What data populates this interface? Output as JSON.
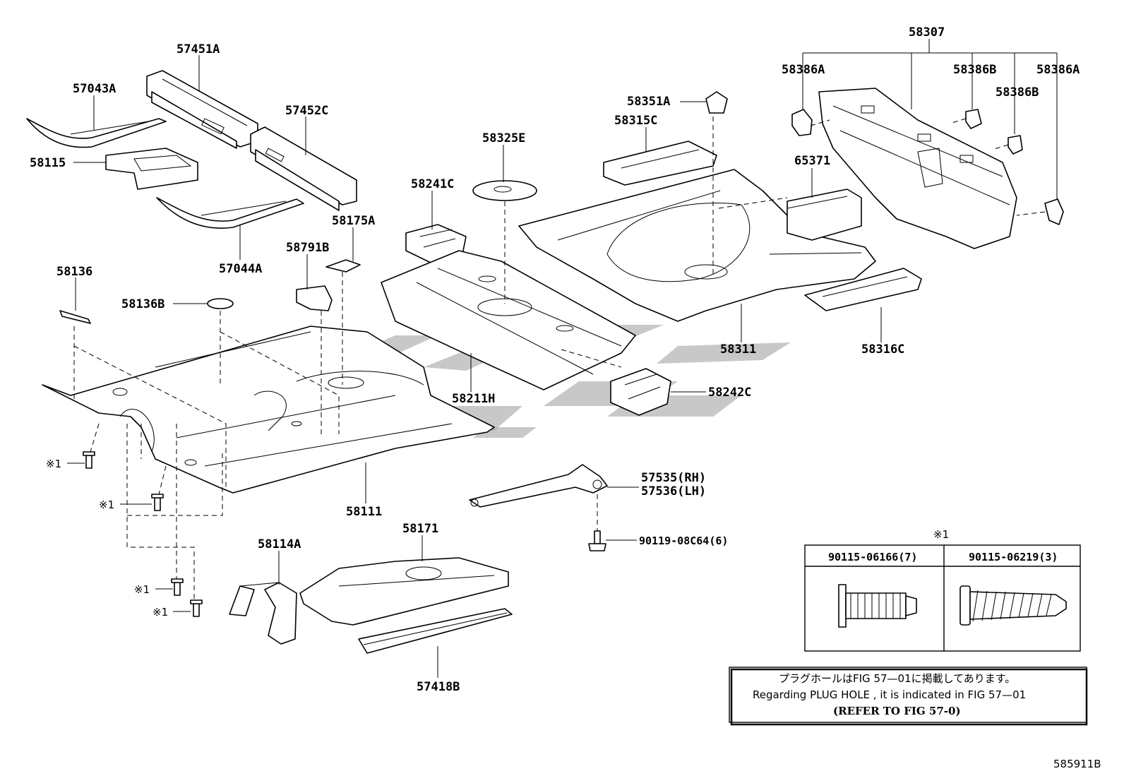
{
  "callouts": [
    {
      "id": "57451A",
      "text": "57451A"
    },
    {
      "id": "57043A",
      "text": "57043A"
    },
    {
      "id": "57452C",
      "text": "57452C"
    },
    {
      "id": "58115",
      "text": "58115"
    },
    {
      "id": "57044A",
      "text": "57044A"
    },
    {
      "id": "58136",
      "text": "58136"
    },
    {
      "id": "58136B",
      "text": "58136B"
    },
    {
      "id": "58791B",
      "text": "58791B"
    },
    {
      "id": "58175A",
      "text": "58175A"
    },
    {
      "id": "58241C",
      "text": "58241C"
    },
    {
      "id": "58325E",
      "text": "58325E"
    },
    {
      "id": "58351A",
      "text": "58351A"
    },
    {
      "id": "58315C",
      "text": "58315C"
    },
    {
      "id": "58307",
      "text": "58307"
    },
    {
      "id": "58386A_l",
      "text": "58386A"
    },
    {
      "id": "58386B_1",
      "text": "58386B"
    },
    {
      "id": "58386A_r",
      "text": "58386A"
    },
    {
      "id": "58386B_2",
      "text": "58386B"
    },
    {
      "id": "65371",
      "text": "65371"
    },
    {
      "id": "58311",
      "text": "58311"
    },
    {
      "id": "58316C",
      "text": "58316C"
    },
    {
      "id": "58211H",
      "text": "58211H"
    },
    {
      "id": "58242C",
      "text": "58242C"
    },
    {
      "id": "58111",
      "text": "58111"
    },
    {
      "id": "57535",
      "text": "57535(RH)"
    },
    {
      "id": "57536",
      "text": "57536(LH)"
    },
    {
      "id": "90119",
      "text": "90119-08C64(6)"
    },
    {
      "id": "58114A",
      "text": "58114A"
    },
    {
      "id": "58171",
      "text": "58171"
    },
    {
      "id": "57418B",
      "text": "57418B"
    },
    {
      "id": "ref1a",
      "text": "※1"
    },
    {
      "id": "ref1b",
      "text": "※1"
    },
    {
      "id": "ref1c",
      "text": "※1"
    },
    {
      "id": "ref1d",
      "text": "※1"
    }
  ],
  "fastener_table": {
    "marker": "※1",
    "columns": [
      "90115-06166(7)",
      "90115-06219(3)"
    ]
  },
  "note": {
    "line_jp": "プラグホールはFIG 57—01に掲載してあります。",
    "line_en": "Regarding  PLUG  HOLE , it is indicated in  FIG  57—01",
    "line_ref": "(REFER TO FIG 57-0)"
  },
  "figure_code": "585911B"
}
